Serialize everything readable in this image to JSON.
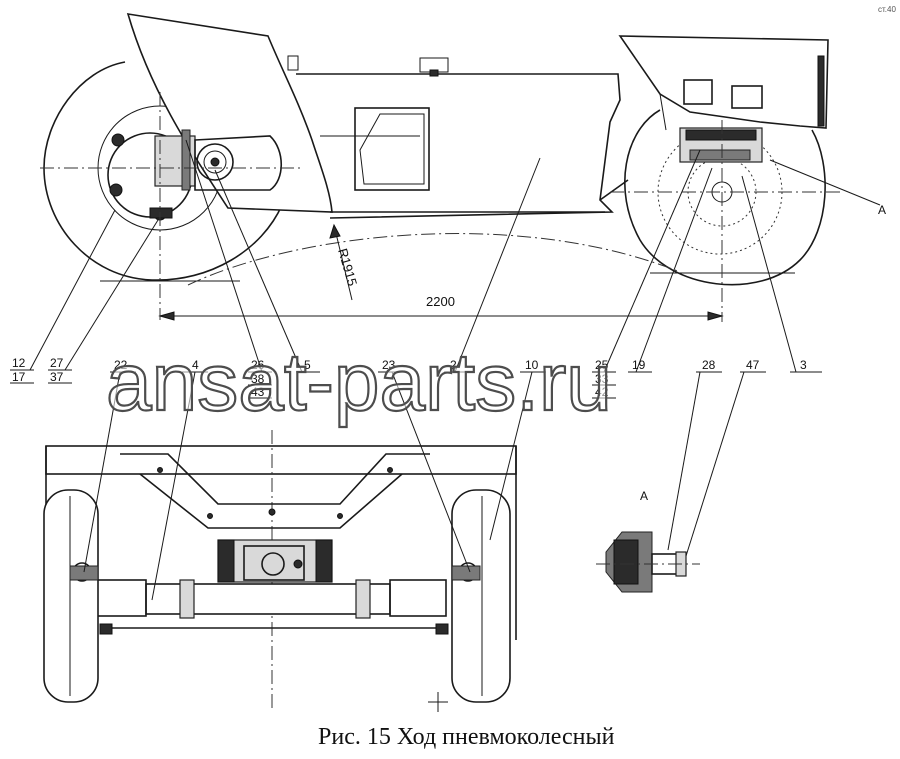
{
  "caption": "Рис. 15 Ход пневмоколесный",
  "corner_mark": "ст.40",
  "watermark": "ansat-parts.ru",
  "dimensions": {
    "wheelbase": "2200",
    "radius": "R1915"
  },
  "detail_letter": "A",
  "callouts_side": [
    {
      "id": "c12",
      "top": "12",
      "bottom": "17"
    },
    {
      "id": "c27",
      "top": "27",
      "bottom": "37"
    },
    {
      "id": "c26",
      "top": "26",
      "mid": "38",
      "bottom": "43"
    },
    {
      "id": "c5",
      "top": "5"
    },
    {
      "id": "c2",
      "top": "2"
    },
    {
      "id": "c25",
      "top": "25",
      "mid": "33",
      "bottom": "42"
    },
    {
      "id": "c19",
      "top": "19"
    },
    {
      "id": "c3",
      "top": "3"
    }
  ],
  "callouts_front": [
    {
      "id": "c22",
      "top": "22"
    },
    {
      "id": "c4",
      "top": "4"
    },
    {
      "id": "c23",
      "top": "23"
    },
    {
      "id": "c10",
      "top": "10"
    }
  ],
  "callouts_detail": [
    {
      "id": "c28",
      "top": "28"
    },
    {
      "id": "c47",
      "top": "47"
    }
  ]
}
